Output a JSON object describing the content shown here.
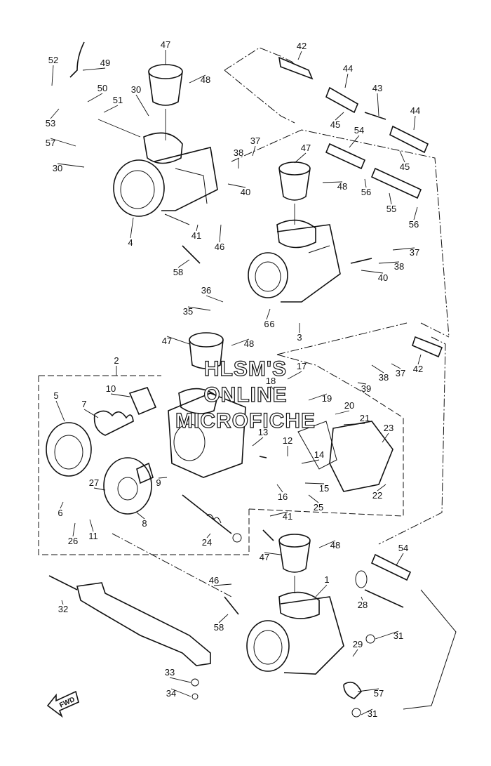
{
  "watermark": {
    "line1": "HLSM'S",
    "line2": "ONLINE",
    "line3": "MICROFICHE"
  },
  "fwd_label": "FWD",
  "callouts": [
    "1",
    "2",
    "3",
    "4",
    "5",
    "6",
    "6",
    "6",
    "7",
    "8",
    "9",
    "10",
    "11",
    "12",
    "13",
    "14",
    "15",
    "16",
    "17",
    "18",
    "19",
    "20",
    "21",
    "22",
    "23",
    "24",
    "25",
    "26",
    "27",
    "28",
    "29",
    "30",
    "30",
    "31",
    "31",
    "32",
    "33",
    "34",
    "35",
    "36",
    "37",
    "37",
    "37",
    "38",
    "38",
    "38",
    "39",
    "40",
    "40",
    "41",
    "41",
    "42",
    "42",
    "43",
    "44",
    "44",
    "45",
    "45",
    "46",
    "46",
    "47",
    "47",
    "47",
    "47",
    "48",
    "48",
    "48",
    "48",
    "49",
    "50",
    "51",
    "52",
    "53",
    "54",
    "54",
    "55",
    "56",
    "56",
    "57",
    "57",
    "58",
    "58"
  ]
}
